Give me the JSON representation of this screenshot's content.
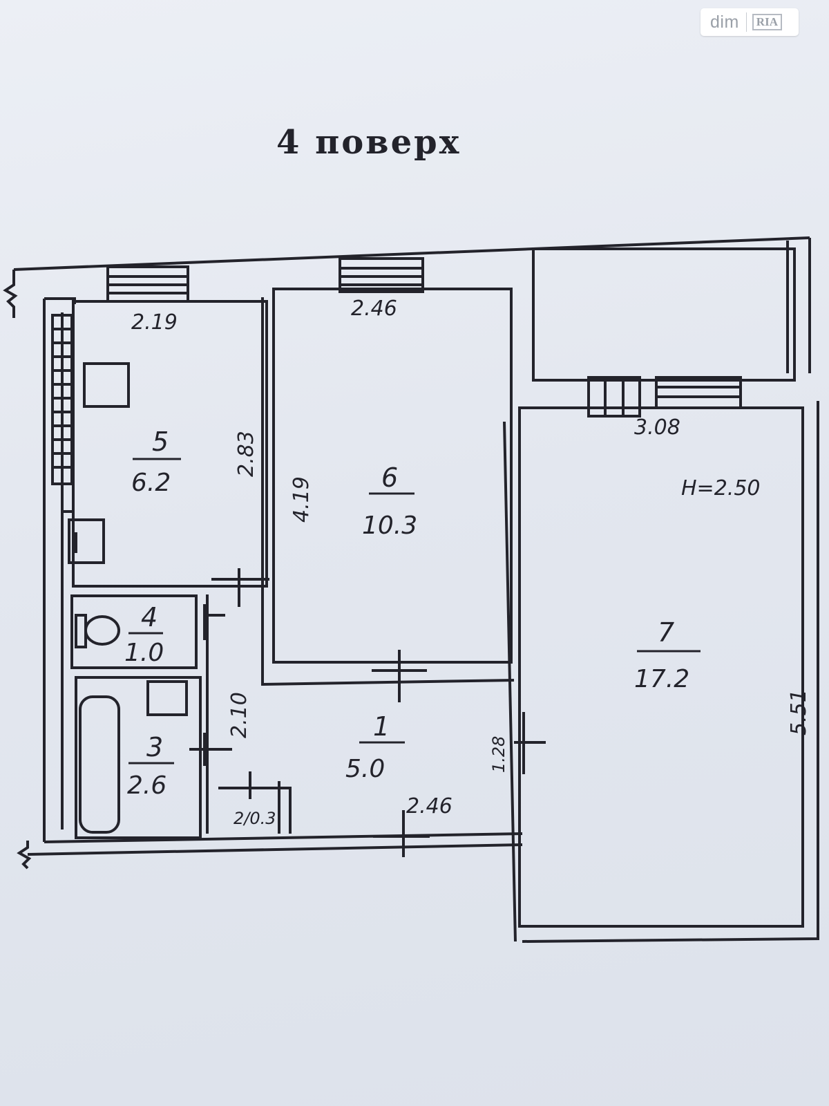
{
  "watermark": {
    "text": "dim",
    "logo": "RIA"
  },
  "floor_title": "4 поверх",
  "rooms": [
    {
      "number": "1",
      "area": "5.0"
    },
    {
      "number": "3",
      "area": "2.6"
    },
    {
      "number": "4",
      "area": "1.0"
    },
    {
      "number": "5",
      "area": "6.2"
    },
    {
      "number": "6",
      "area": "10.3"
    },
    {
      "number": "7",
      "area": "17.2"
    }
  ],
  "closet_label": "2/0.3",
  "dimensions": {
    "kitchen_width": "2.19",
    "kitchen_length": "2.83",
    "room6_width": "2.46",
    "room6_length": "4.19",
    "room7_width": "3.08",
    "room7_length": "5.51",
    "ceiling_height": "H=2.50",
    "hall_width": "2.46",
    "hall_length": "2.10",
    "hall_depth": "1.28"
  },
  "colors": {
    "ink": "#23232b",
    "paper": "#e4e8f0"
  }
}
